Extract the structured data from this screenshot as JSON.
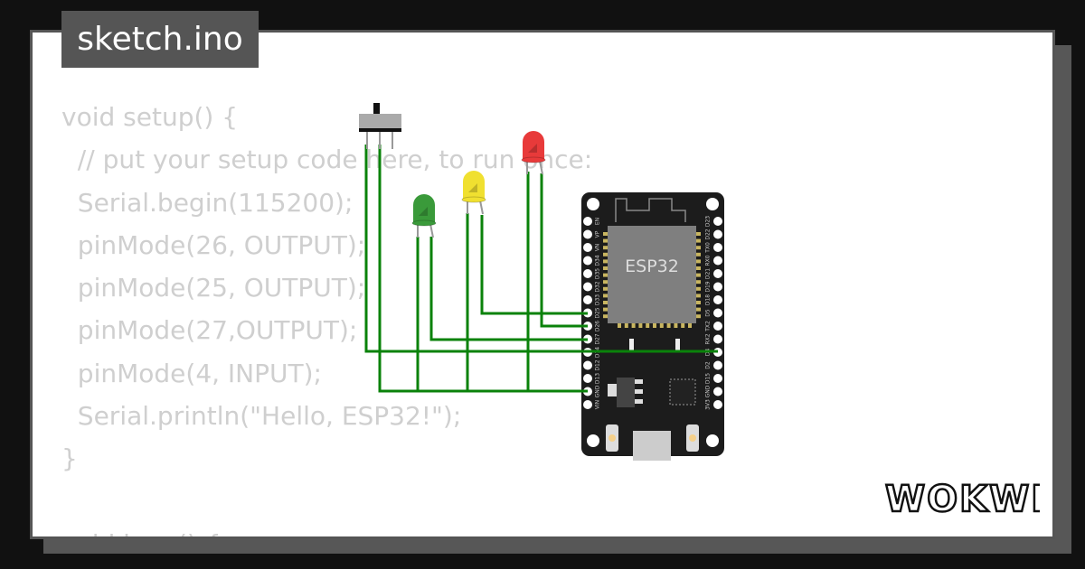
{
  "file_tab": {
    "label": "sketch.ino"
  },
  "code_lines": [
    "void setup() {",
    "  // put your setup code here, to run once:",
    "  Serial.begin(115200);",
    "  pinMode(26, OUTPUT);",
    "  pinMode(25, OUTPUT);",
    "  pinMode(27,OUTPUT);",
    "  pinMode(4, INPUT);",
    "  Serial.println(\"Hello, ESP32!\");",
    "}",
    "",
    "void loop() {"
  ],
  "board": {
    "label": "ESP32",
    "left_pins": [
      "EN",
      "VP",
      "VN",
      "D34",
      "D35",
      "D32",
      "D33",
      "D25",
      "D26",
      "D27",
      "D14",
      "D12",
      "D13",
      "GND",
      "VIN"
    ],
    "right_pins": [
      "D23",
      "D22",
      "TX0",
      "RX0",
      "D21",
      "D19",
      "D18",
      "D5",
      "TX2",
      "RX2",
      "D4",
      "D2",
      "D15",
      "GND",
      "3V3"
    ]
  },
  "components": {
    "leds": [
      {
        "color_name": "green",
        "color": "#3a9a3a",
        "pin": "D27"
      },
      {
        "color_name": "yellow",
        "color": "#f0e030",
        "pin": "D25"
      },
      {
        "color_name": "red",
        "color": "#e83a3a",
        "pin": "D26"
      }
    ],
    "switch": {
      "type": "slide-switch",
      "pin": "D4"
    }
  },
  "colors": {
    "wire": "#0a820a",
    "board": "#1c1c1c",
    "chip": "#7f7f7f"
  },
  "logo": {
    "text": "WOKWI"
  }
}
